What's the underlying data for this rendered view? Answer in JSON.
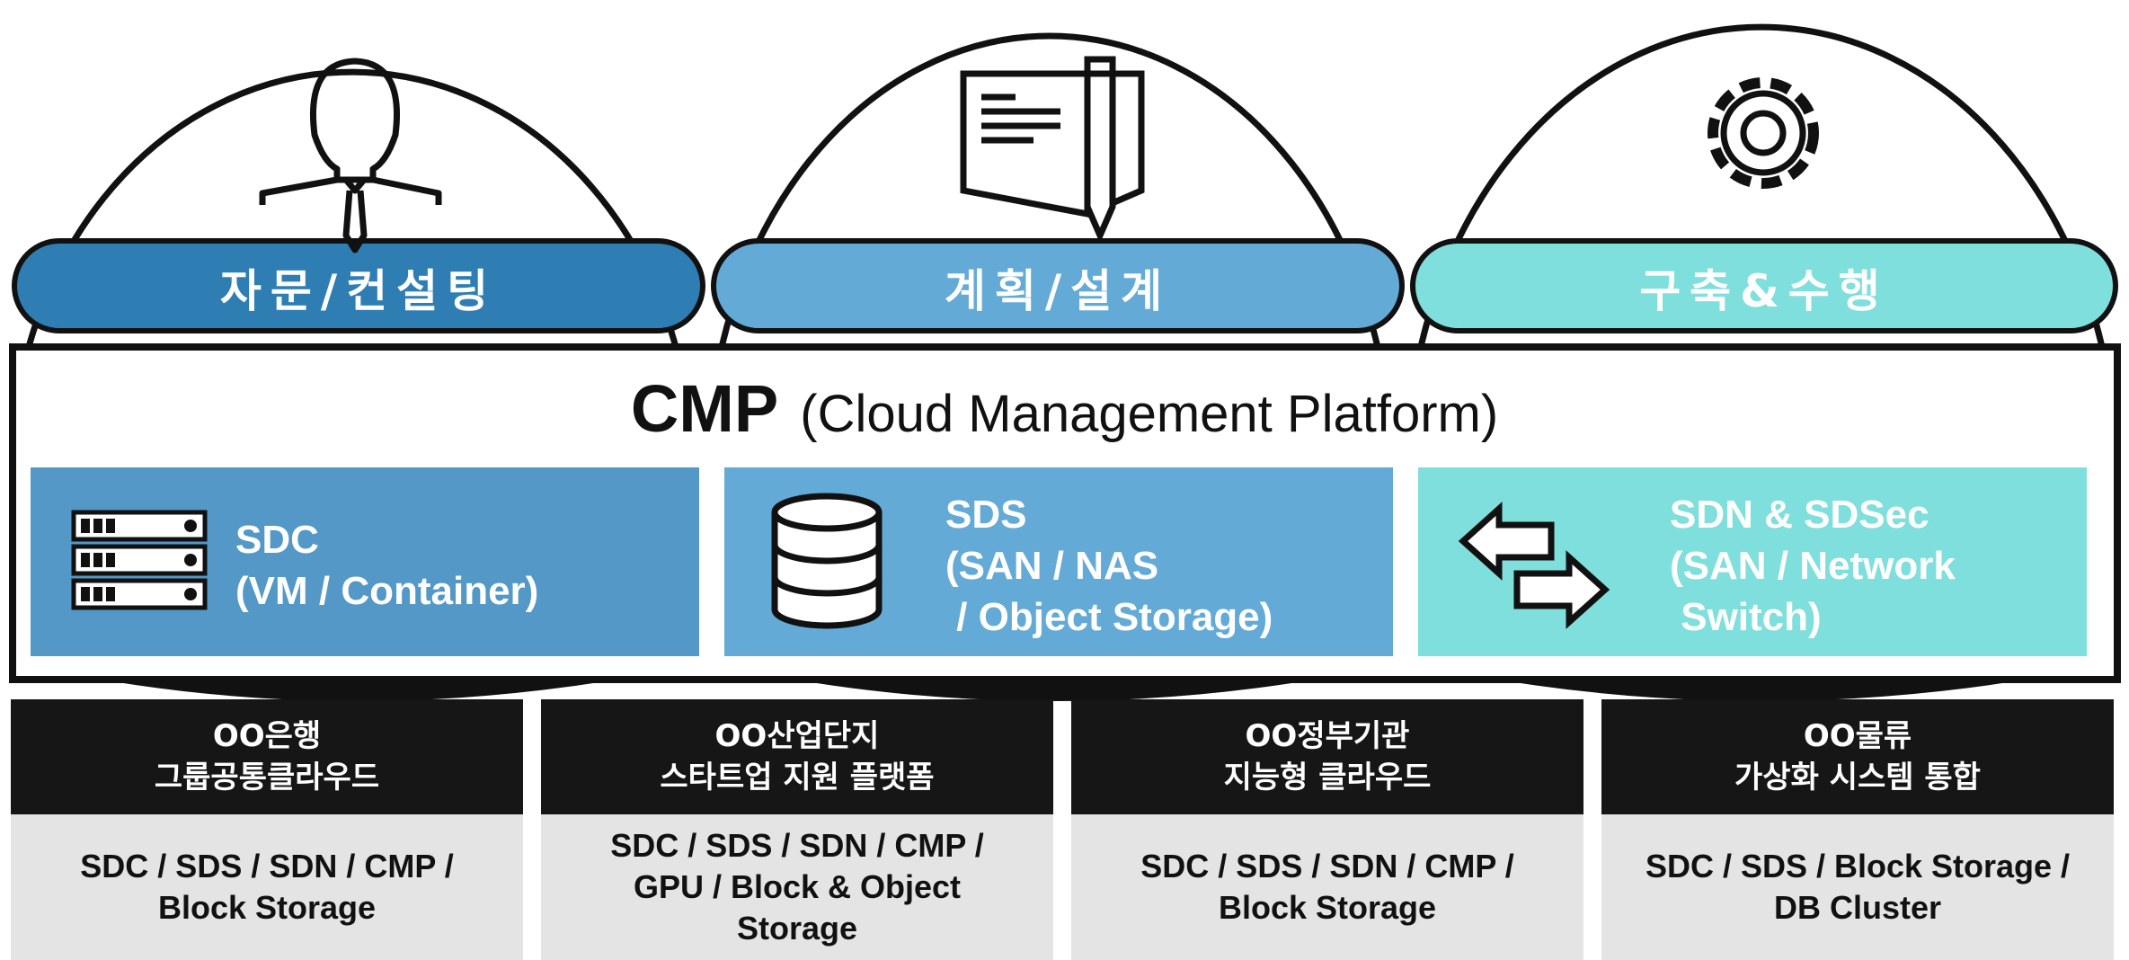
{
  "colors": {
    "consulting": "#2e7eb4",
    "planning": "#63aad6",
    "build": "#7fdfdc",
    "sdc_box": "#5398c6",
    "sds_box": "#63aad6",
    "sdn_box": "#7fdfdc",
    "case_header": "#161616",
    "case_body": "#e4e4e4"
  },
  "phases": [
    {
      "label": "자문/컨설팅",
      "icon": "businessman-icon"
    },
    {
      "label": "계획/설계",
      "icon": "book-pencil-icon"
    },
    {
      "label": "구축&수행",
      "icon": "gear-icon"
    }
  ],
  "cmp": {
    "acronym": "CMP",
    "full_name": "(Cloud Management Platform)"
  },
  "services": [
    {
      "text": "SDC\n(VM / Container)",
      "icon": "server-rack-icon"
    },
    {
      "text": "SDS\n(SAN / NAS\n / Object Storage)",
      "icon": "database-icon"
    },
    {
      "text": "SDN & SDSec\n(SAN / Network\n Switch)",
      "icon": "swap-arrows-icon"
    }
  ],
  "cases": [
    {
      "title_line1": "OO은행",
      "title_line2": "그룹공통클라우드",
      "items": [
        "SDC / SDS / SDN / CMP /",
        "Block Storage"
      ]
    },
    {
      "title_line1": "OO산업단지",
      "title_line2": "스타트업 지원 플랫폼",
      "items": [
        "SDC / SDS / SDN / CMP /",
        "GPU / Block & Object",
        "Storage"
      ]
    },
    {
      "title_line1": "OO정부기관",
      "title_line2": "지능형 클라우드",
      "items": [
        "SDC / SDS / SDN / CMP /",
        "Block Storage"
      ]
    },
    {
      "title_line1": "OO물류",
      "title_line2": "가상화 시스템 통합",
      "items": [
        "SDC / SDS / Block Storage /",
        "DB Cluster"
      ]
    }
  ]
}
